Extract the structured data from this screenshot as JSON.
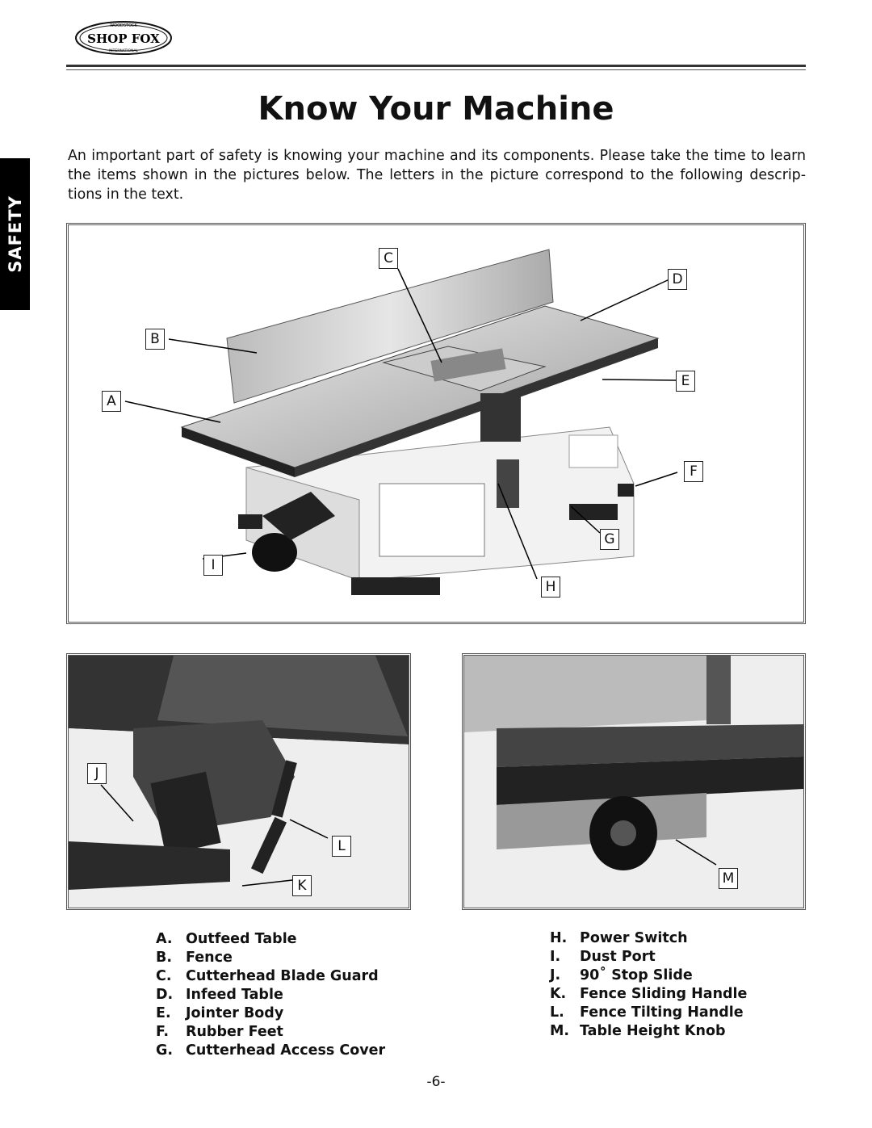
{
  "brand": {
    "logo_text": "SHOP FOX",
    "logo_top": "WOODSTOCK",
    "logo_bottom": "INTERNATIONAL"
  },
  "side_tab": "SAFETY",
  "title": "Know Your Machine",
  "intro": "An important part of safety is knowing your machine and its components. Please take the time to learn the items shown in the pictures below. The letters in the picture correspond to the following descrip- tions in the text.",
  "figures": {
    "main": {
      "callouts": [
        "A",
        "B",
        "C",
        "D",
        "E",
        "F",
        "G",
        "H",
        "I"
      ]
    },
    "fence": {
      "callouts": [
        "J",
        "K",
        "L"
      ]
    },
    "knob": {
      "callouts": [
        "M"
      ]
    }
  },
  "legend": {
    "left": [
      {
        "key": "A.",
        "label": "Outfeed Table"
      },
      {
        "key": "B.",
        "label": "Fence"
      },
      {
        "key": "C.",
        "label": "Cutterhead Blade Guard"
      },
      {
        "key": "D.",
        "label": "Infeed Table"
      },
      {
        "key": "E.",
        "label": "Jointer Body"
      },
      {
        "key": "F.",
        "label": "Rubber Feet"
      },
      {
        "key": "G.",
        "label": "Cutterhead Access Cover"
      }
    ],
    "right": [
      {
        "key": "H.",
        "label": "Power Switch"
      },
      {
        "key": "I.",
        "label": "Dust Port"
      },
      {
        "key": "J.",
        "label": "90˚ Stop Slide"
      },
      {
        "key": "K.",
        "label": "Fence Sliding Handle"
      },
      {
        "key": "L.",
        "label": "Fence Tilting Handle"
      },
      {
        "key": "M.",
        "label": "Table Height Knob"
      }
    ]
  },
  "page_number": "-6-"
}
